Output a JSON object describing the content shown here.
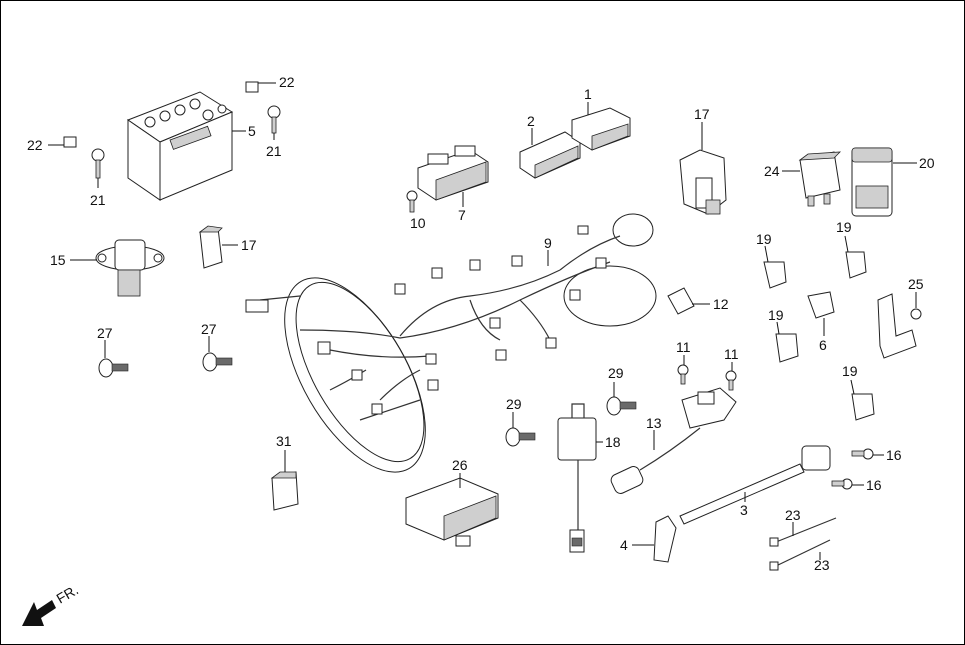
{
  "diagram": {
    "callouts": {
      "c1": "1",
      "c2": "2",
      "c3": "3",
      "c4": "4",
      "c5": "5",
      "c6": "6",
      "c7": "7",
      "c9": "9",
      "c10": "10",
      "c11a": "11",
      "c11b": "11",
      "c12": "12",
      "c13": "13",
      "c15": "15",
      "c16a": "16",
      "c16b": "16",
      "c17a": "17",
      "c17b": "17",
      "c18": "18",
      "c19a": "19",
      "c19b": "19",
      "c19c": "19",
      "c19d": "19",
      "c20": "20",
      "c21a": "21",
      "c21b": "21",
      "c22a": "22",
      "c22b": "22",
      "c23a": "23",
      "c23b": "23",
      "c24": "24",
      "c25": "25",
      "c26": "26",
      "c27a": "27",
      "c27b": "27",
      "c29a": "29",
      "c29b": "29",
      "c31": "31"
    },
    "direction_label": "FR."
  }
}
